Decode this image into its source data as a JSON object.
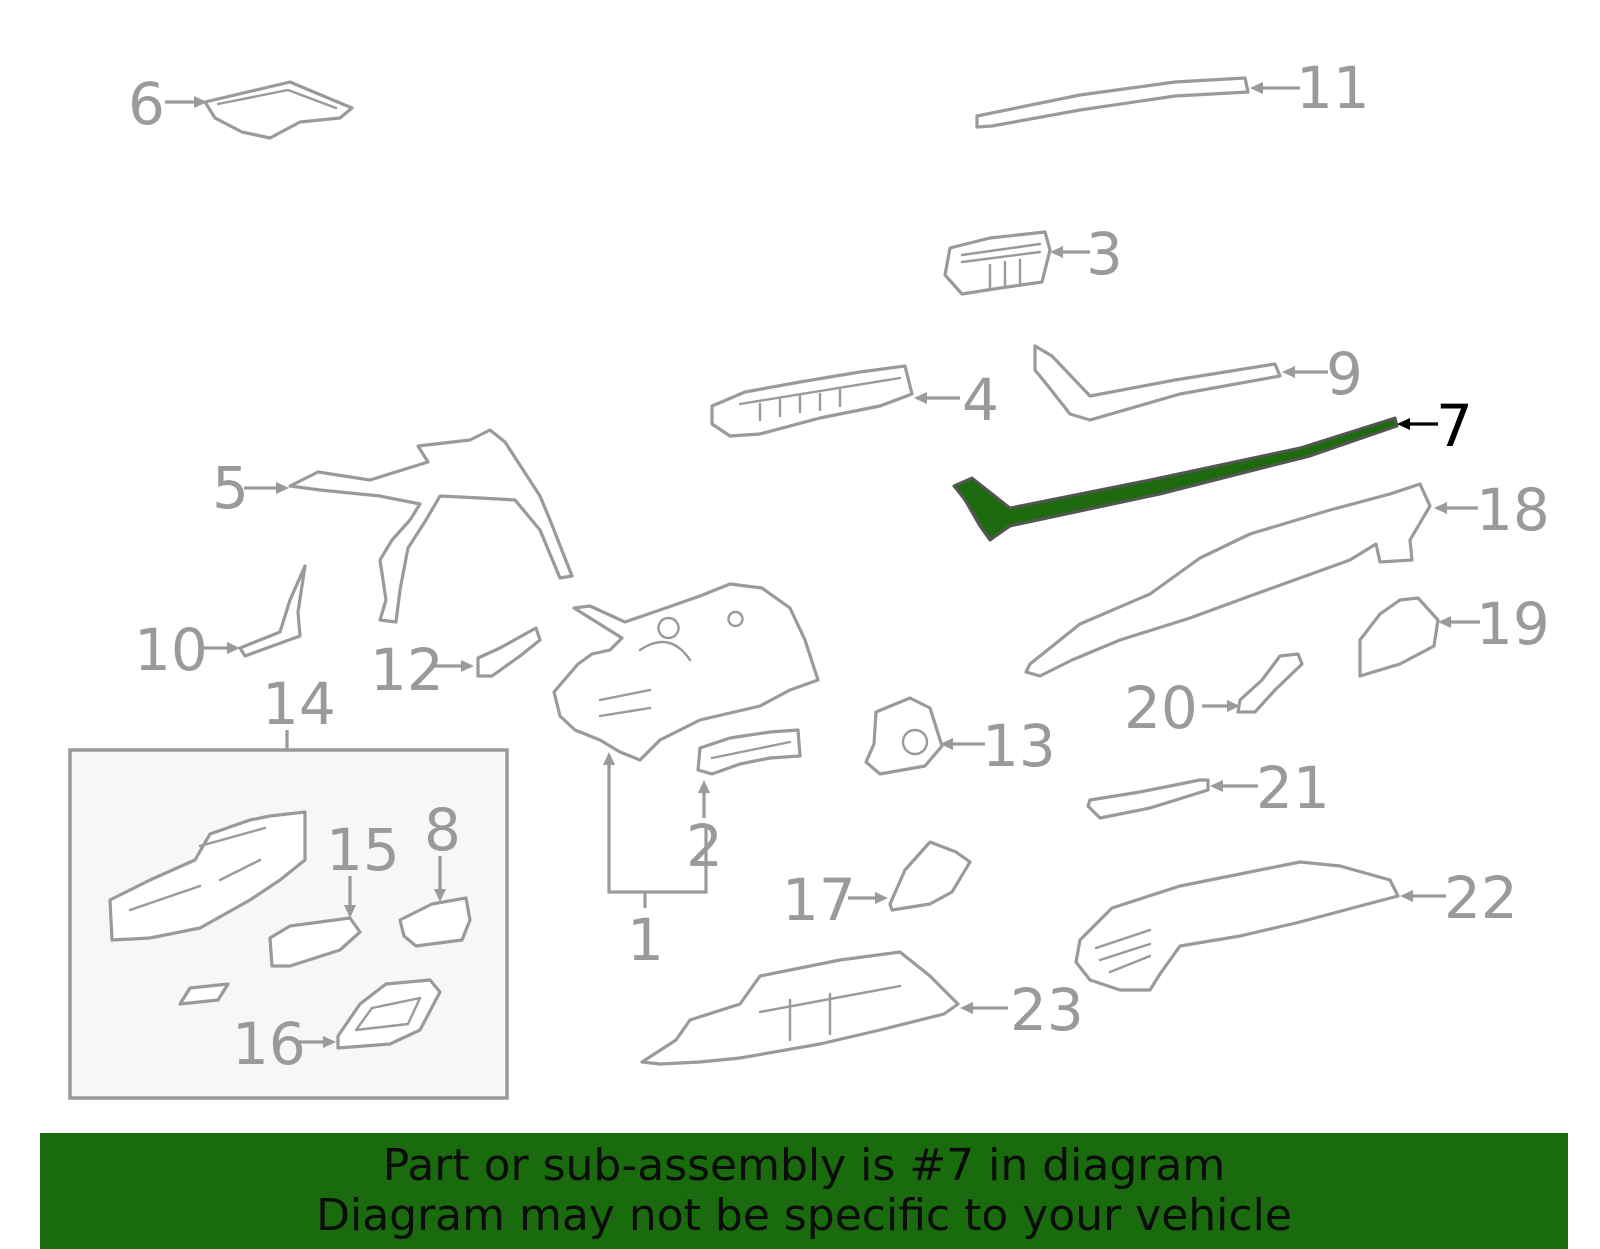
{
  "diagram": {
    "highlighted_part": "7",
    "highlight_color": "#1e6b0f",
    "callouts": [
      {
        "id": "c1",
        "label": "1"
      },
      {
        "id": "c2",
        "label": "2"
      },
      {
        "id": "c3",
        "label": "3"
      },
      {
        "id": "c4",
        "label": "4"
      },
      {
        "id": "c5",
        "label": "5"
      },
      {
        "id": "c6",
        "label": "6"
      },
      {
        "id": "c7",
        "label": "7"
      },
      {
        "id": "c8",
        "label": "8"
      },
      {
        "id": "c9",
        "label": "9"
      },
      {
        "id": "c10",
        "label": "10"
      },
      {
        "id": "c11",
        "label": "11"
      },
      {
        "id": "c12",
        "label": "12"
      },
      {
        "id": "c13",
        "label": "13"
      },
      {
        "id": "c14",
        "label": "14"
      },
      {
        "id": "c15",
        "label": "15"
      },
      {
        "id": "c16",
        "label": "16"
      },
      {
        "id": "c17",
        "label": "17"
      },
      {
        "id": "c18",
        "label": "18"
      },
      {
        "id": "c19",
        "label": "19"
      },
      {
        "id": "c20",
        "label": "20"
      },
      {
        "id": "c21",
        "label": "21"
      },
      {
        "id": "c22",
        "label": "22"
      },
      {
        "id": "c23",
        "label": "23"
      }
    ]
  },
  "banner": {
    "line1": "Part or sub-assembly is #7 in diagram",
    "line2": "Diagram may not be specific to your vehicle",
    "background_color": "#1a6b0d"
  }
}
